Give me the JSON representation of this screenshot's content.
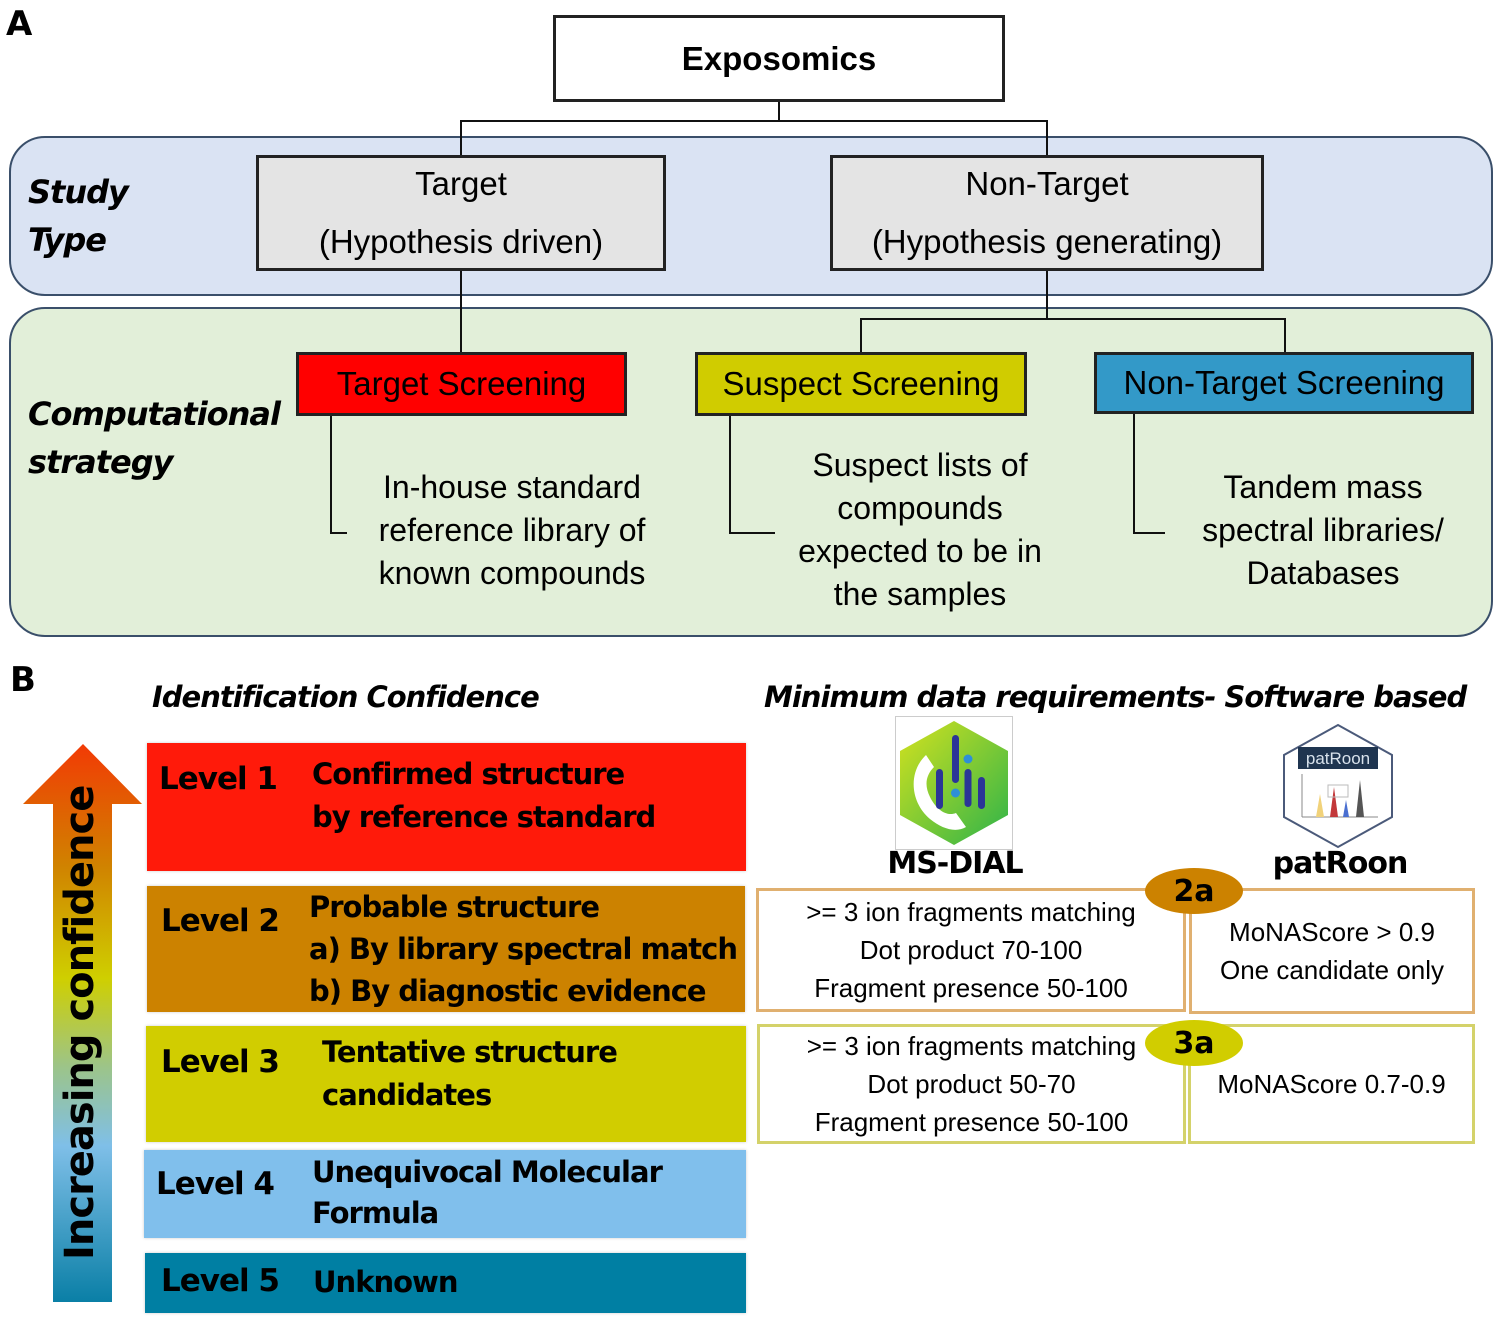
{
  "panel_a": {
    "letter": "A",
    "root": "Exposomics",
    "study_type_label": [
      "Study",
      "Type"
    ],
    "computational_label": [
      "Computational",
      "strategy"
    ],
    "study_types": [
      {
        "title": "Target",
        "subtitle": "(Hypothesis driven)"
      },
      {
        "title": "Non-Target",
        "subtitle": "(Hypothesis generating)"
      }
    ],
    "strategies": [
      {
        "title": "Target Screening",
        "color": "#ff0000",
        "description": [
          "In-house standard",
          "reference library of",
          "known compounds"
        ]
      },
      {
        "title": "Suspect Screening",
        "color": "#d0cc00",
        "description": [
          "Suspect lists of",
          "compounds",
          "expected to be in",
          "the samples"
        ]
      },
      {
        "title": "Non-Target Screening",
        "color": "#3399c8",
        "description": [
          "Tandem mass",
          "spectral libraries/",
          "Databases"
        ]
      }
    ],
    "colors": {
      "study_band": "#dae3f3",
      "strategy_band": "#e2efd9",
      "study_box": "#e4e4e4"
    }
  },
  "panel_b": {
    "letter": "B",
    "left_title": "Identification Confidence",
    "right_title": "Minimum data requirements- Software based",
    "arrow_label": "Increasing confidence",
    "levels": [
      {
        "name": "Level 1",
        "lines": [
          "Confirmed structure",
          "by reference standard"
        ],
        "color": "#ff1a0a"
      },
      {
        "name": "Level 2",
        "lines": [
          "Probable structure",
          "a) By library spectral match",
          "b) By diagnostic evidence"
        ],
        "color": "#cc8200"
      },
      {
        "name": "Level 3",
        "lines": [
          "Tentative structure",
          "candidates"
        ],
        "color": "#d1cd00"
      },
      {
        "name": "Level 4",
        "lines": [
          "Unequivocal Molecular",
          "Formula"
        ],
        "color": "#80bfec"
      },
      {
        "name": "Level 5",
        "lines": [
          "Unknown"
        ],
        "color": "#007fa3"
      }
    ],
    "software": [
      {
        "name": "MS-DIAL",
        "icon": "ms-dial-logo"
      },
      {
        "name": "patRoon",
        "icon": "patroon-logo",
        "logo_text": "patRoon"
      }
    ],
    "requirements": [
      {
        "badge": "2a",
        "badge_color": "#cc8200",
        "border_color": "#e0b070",
        "msdial": [
          ">= 3 ion fragments matching",
          "Dot product 70-100",
          "Fragment presence 50-100"
        ],
        "patroon": [
          "MoNAScore > 0.9",
          "One candidate only"
        ]
      },
      {
        "badge": "3a",
        "badge_color": "#d1cd00",
        "border_color": "#d4d26a",
        "msdial": [
          ">= 3 ion fragments matching",
          "Dot product 50-70",
          "Fragment presence 50-100"
        ],
        "patroon": [
          "MoNAScore 0.7-0.9"
        ]
      }
    ]
  }
}
